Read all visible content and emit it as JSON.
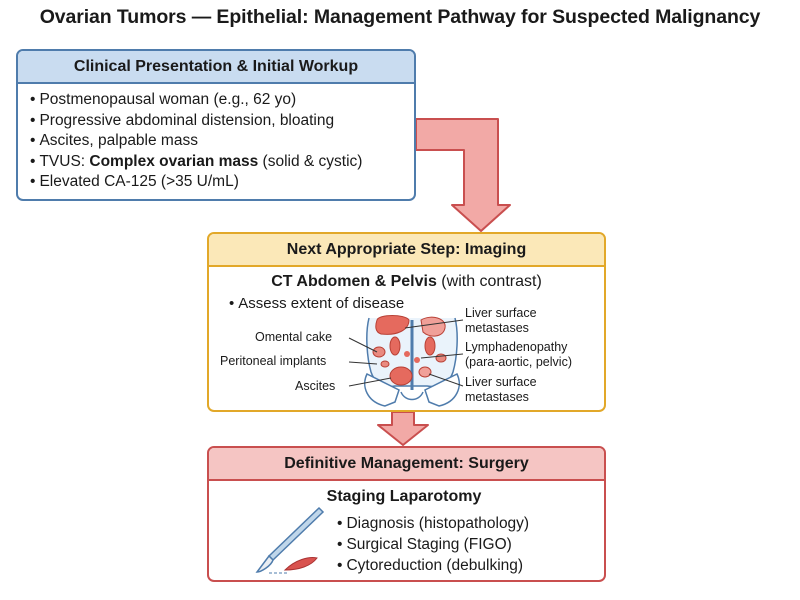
{
  "title": "Ovarian Tumors — Epithelial: Management Pathway for Suspected Malignancy",
  "box1": {
    "header": "Clinical Presentation & Initial Workup",
    "items": [
      {
        "text": "Postmenopausal woman (e.g., 62 yo)"
      },
      {
        "text": "Progressive abdominal distension, bloating"
      },
      {
        "text": "Ascites, palpable mass"
      },
      {
        "prefix": "TVUS: ",
        "bold": "Complex ovarian mass",
        "suffix": " (solid & cystic)"
      },
      {
        "text": "Elevated CA-125 (>35 U/mL)"
      }
    ]
  },
  "box2": {
    "header": "Next Appropriate Step: Imaging",
    "ct_bold": "CT Abdomen & Pelvis",
    "ct_rest": " (with contrast)",
    "assess": "Assess extent of disease",
    "left_labels": [
      "Omental cake",
      "Peritoneal implants",
      "Ascites"
    ],
    "right_labels": [
      [
        "Liver surface",
        "metastases"
      ],
      [
        "Lymphadenopathy",
        "(para-aortic, pelvic)"
      ],
      [
        "Liver surface",
        "metastases"
      ]
    ]
  },
  "box3": {
    "header": "Definitive Management: Surgery",
    "subtitle": "Staging Laparotomy",
    "items": [
      "Diagnosis (histopathology)",
      "Surgical Staging (FIGO)",
      "Cytoreduction (debulking)"
    ]
  },
  "bullet_char": "•",
  "colors": {
    "blue_border": "#4f7cac",
    "blue_fill": "#c9dcf0",
    "gold_border": "#e2a829",
    "gold_fill": "#fbe8b8",
    "red_border": "#c94f4f",
    "red_fill": "#f5c5c3",
    "arrow_fill": "#f2a9a6",
    "arrow_stroke": "#c94f4f"
  }
}
